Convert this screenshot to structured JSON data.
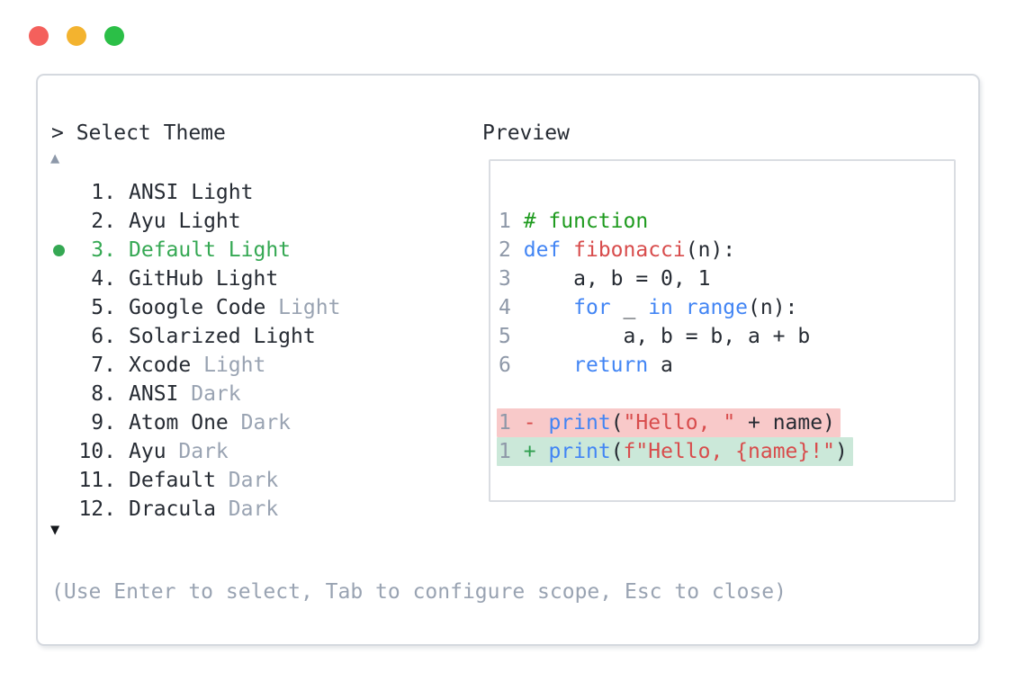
{
  "window": {
    "traffic_lights": [
      "#f4605c",
      "#f3b32f",
      "#2bbf47"
    ]
  },
  "prompt": {
    "text": "> Select Theme"
  },
  "scroll": {
    "up_icon": "▲",
    "down_icon": "▼"
  },
  "theme_list": {
    "items": [
      {
        "number": "1.",
        "name": "ANSI Light",
        "muted_suffix": "",
        "selected": false
      },
      {
        "number": "2.",
        "name": "Ayu Light",
        "muted_suffix": "",
        "selected": false
      },
      {
        "number": "3.",
        "name": "Default Light",
        "muted_suffix": "",
        "selected": true
      },
      {
        "number": "4.",
        "name": "GitHub Light",
        "muted_suffix": "",
        "selected": false
      },
      {
        "number": "5.",
        "name": "Google Code",
        "muted_suffix": "Light",
        "selected": false
      },
      {
        "number": "6.",
        "name": "Solarized Light",
        "muted_suffix": "",
        "selected": false
      },
      {
        "number": "7.",
        "name": "Xcode",
        "muted_suffix": "Light",
        "selected": false
      },
      {
        "number": "8.",
        "name": "ANSI",
        "muted_suffix": "Dark",
        "selected": false
      },
      {
        "number": "9.",
        "name": "Atom One",
        "muted_suffix": "Dark",
        "selected": false
      },
      {
        "number": "10.",
        "name": "Ayu",
        "muted_suffix": "Dark",
        "selected": false
      },
      {
        "number": "11.",
        "name": "Default",
        "muted_suffix": "Dark",
        "selected": false
      },
      {
        "number": "12.",
        "name": "Dracula",
        "muted_suffix": "Dark",
        "selected": false
      }
    ]
  },
  "preview": {
    "label": "Preview",
    "code_lines": [
      {
        "num": "1",
        "tokens": [
          [
            "comment",
            "# function"
          ]
        ]
      },
      {
        "num": "2",
        "tokens": [
          [
            "kw",
            "def"
          ],
          [
            "plain",
            " "
          ],
          [
            "fn",
            "fibonacci"
          ],
          [
            "plain",
            "(n):"
          ]
        ]
      },
      {
        "num": "3",
        "tokens": [
          [
            "plain",
            "    a, b = 0, 1"
          ]
        ]
      },
      {
        "num": "4",
        "tokens": [
          [
            "plain",
            "    "
          ],
          [
            "kw",
            "for"
          ],
          [
            "plain",
            " _ "
          ],
          [
            "kw",
            "in"
          ],
          [
            "plain",
            " "
          ],
          [
            "kw",
            "range"
          ],
          [
            "plain",
            "(n):"
          ]
        ]
      },
      {
        "num": "5",
        "tokens": [
          [
            "plain",
            "        a, b = b, a + b"
          ]
        ]
      },
      {
        "num": "6",
        "tokens": [
          [
            "plain",
            "    "
          ],
          [
            "kw",
            "return"
          ],
          [
            "plain",
            " a"
          ]
        ]
      }
    ],
    "diff_lines": [
      {
        "num": "1",
        "marker": "-",
        "bg": "removed",
        "tokens": [
          [
            "kw",
            "print"
          ],
          [
            "plain",
            "("
          ],
          [
            "str",
            "\"Hello, \""
          ],
          [
            "plain",
            " + name)"
          ]
        ]
      },
      {
        "num": "1",
        "marker": "+",
        "bg": "added",
        "tokens": [
          [
            "kw",
            "print"
          ],
          [
            "plain",
            "("
          ],
          [
            "str",
            "f\"Hello, {name}!\""
          ],
          [
            "plain",
            ")"
          ]
        ]
      }
    ]
  },
  "help": {
    "text": "(Use Enter to select, Tab to configure scope, Esc to close)"
  },
  "colors": {
    "ink": "#262b33",
    "muted": "#99a3b2",
    "linenum": "#8e98a8",
    "green": "#35a853",
    "comment": "#1f9b1f",
    "blue": "#4285f4",
    "red": "#d84c4c",
    "plus": "#2f9e4f",
    "removed_bg": "#f8c9c9",
    "added_bg": "#cbe8d9",
    "panel_border": "#d5d9df",
    "preview_border": "#dadde2",
    "arrow_up": "#8d98a9",
    "arrow_down": "#15181c"
  }
}
